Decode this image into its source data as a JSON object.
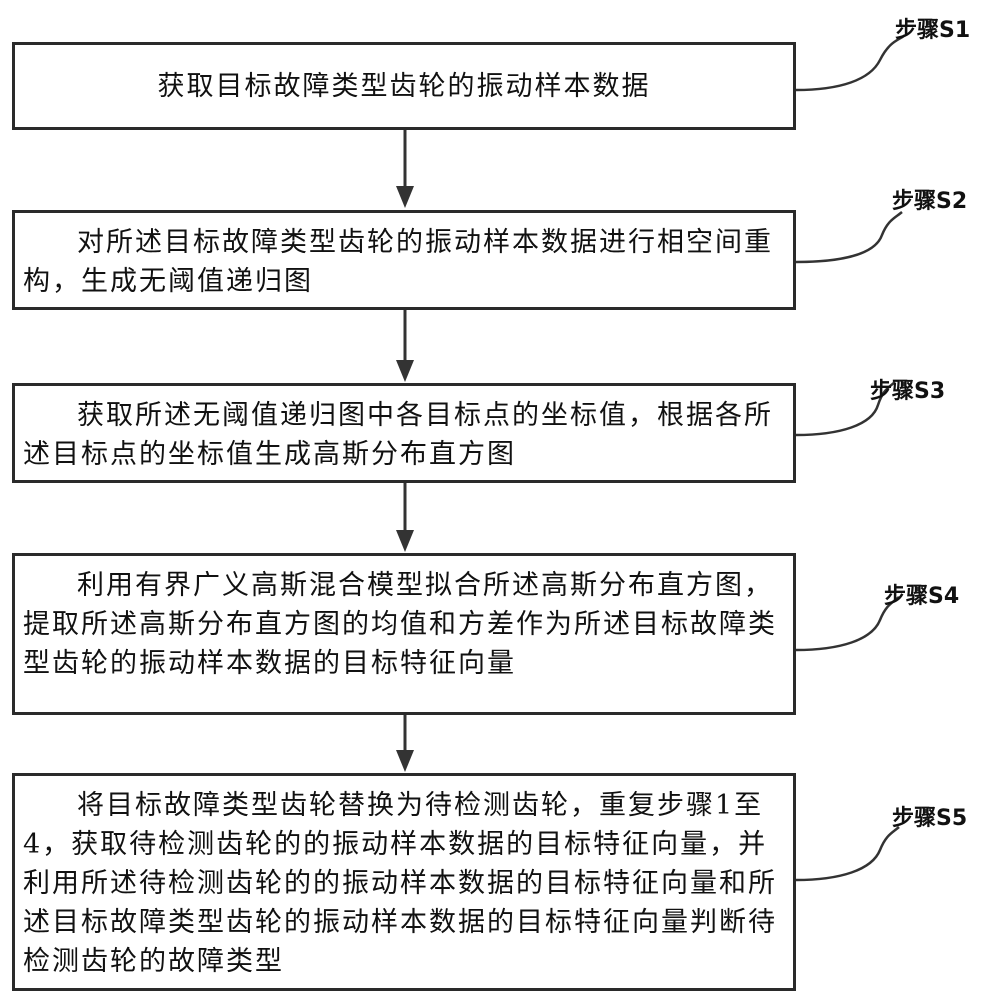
{
  "steps": [
    {
      "label": "步骤S1",
      "text": "获取目标故障类型齿轮的振动样本数据"
    },
    {
      "label": "步骤S2",
      "text": "对所述目标故障类型齿轮的振动样本数据进行相空间重构，生成无阈值递归图"
    },
    {
      "label": "步骤S3",
      "text": "获取所述无阈值递归图中各目标点的坐标值，根据各所述目标点的坐标值生成高斯分布直方图"
    },
    {
      "label": "步骤S4",
      "text": "利用有界广义高斯混合模型拟合所述高斯分布直方图，提取所述高斯分布直方图的均值和方差作为所述目标故障类型齿轮的振动样本数据的目标特征向量"
    },
    {
      "label": "步骤S5",
      "text": "将目标故障类型齿轮替换为待检测齿轮，重复步骤1至4，获取待检测齿轮的的振动样本数据的目标特征向量，并利用所述待检测齿轮的的振动样本数据的目标特征向量和所述目标故障类型齿轮的振动样本数据的目标特征向量判断待检测齿轮的故障类型"
    }
  ]
}
